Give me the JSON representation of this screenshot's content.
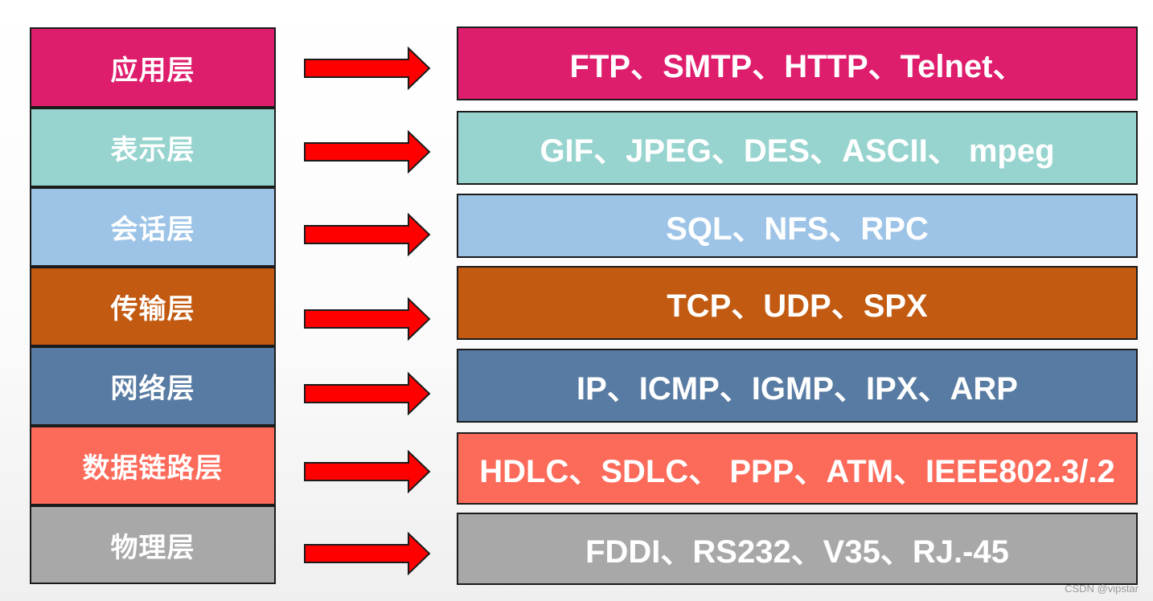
{
  "colors": {
    "application": "#de1d6c",
    "presentation": "#98d4cf",
    "session": "#9dc4e7",
    "transport": "#c25a11",
    "network": "#577ba3",
    "datalink": "#fc6a5a",
    "physical": "#a8a8a8",
    "arrow_fill": "#ff0000",
    "arrow_stroke": "#1b1b1b"
  },
  "layers": [
    {
      "name": "应用层",
      "protocols": "FTP、SMTP、HTTP、Telnet、",
      "color_key": "application"
    },
    {
      "name": "表示层",
      "protocols": "GIF、JPEG、DES、ASCII、 mpeg",
      "color_key": "presentation"
    },
    {
      "name": "会话层",
      "protocols": "SQL、NFS、RPC",
      "color_key": "session"
    },
    {
      "name": "传输层",
      "protocols": "TCP、UDP、SPX",
      "color_key": "transport"
    },
    {
      "name": "网络层",
      "protocols": "IP、ICMP、IGMP、IPX、ARP",
      "color_key": "network"
    },
    {
      "name": "数据链路层",
      "protocols": "HDLC、SDLC、 PPP、ATM、IEEE802.3/.2",
      "color_key": "datalink"
    },
    {
      "name": "物理层",
      "protocols": "FDDI、RS232、V35、RJ.-45",
      "color_key": "physical"
    }
  ],
  "watermark": "CSDN @vipstar"
}
